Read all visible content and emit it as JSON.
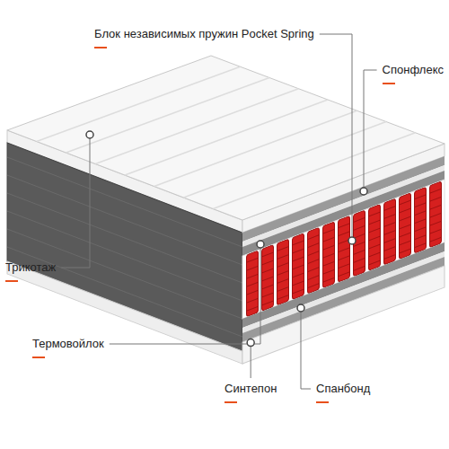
{
  "diagram": {
    "labels": [
      "Блок независимых пружин Pocket Spring",
      "Спонфлекс",
      "Трикотаж",
      "Термовойлок",
      "Синтепон",
      "Спанбонд"
    ]
  }
}
